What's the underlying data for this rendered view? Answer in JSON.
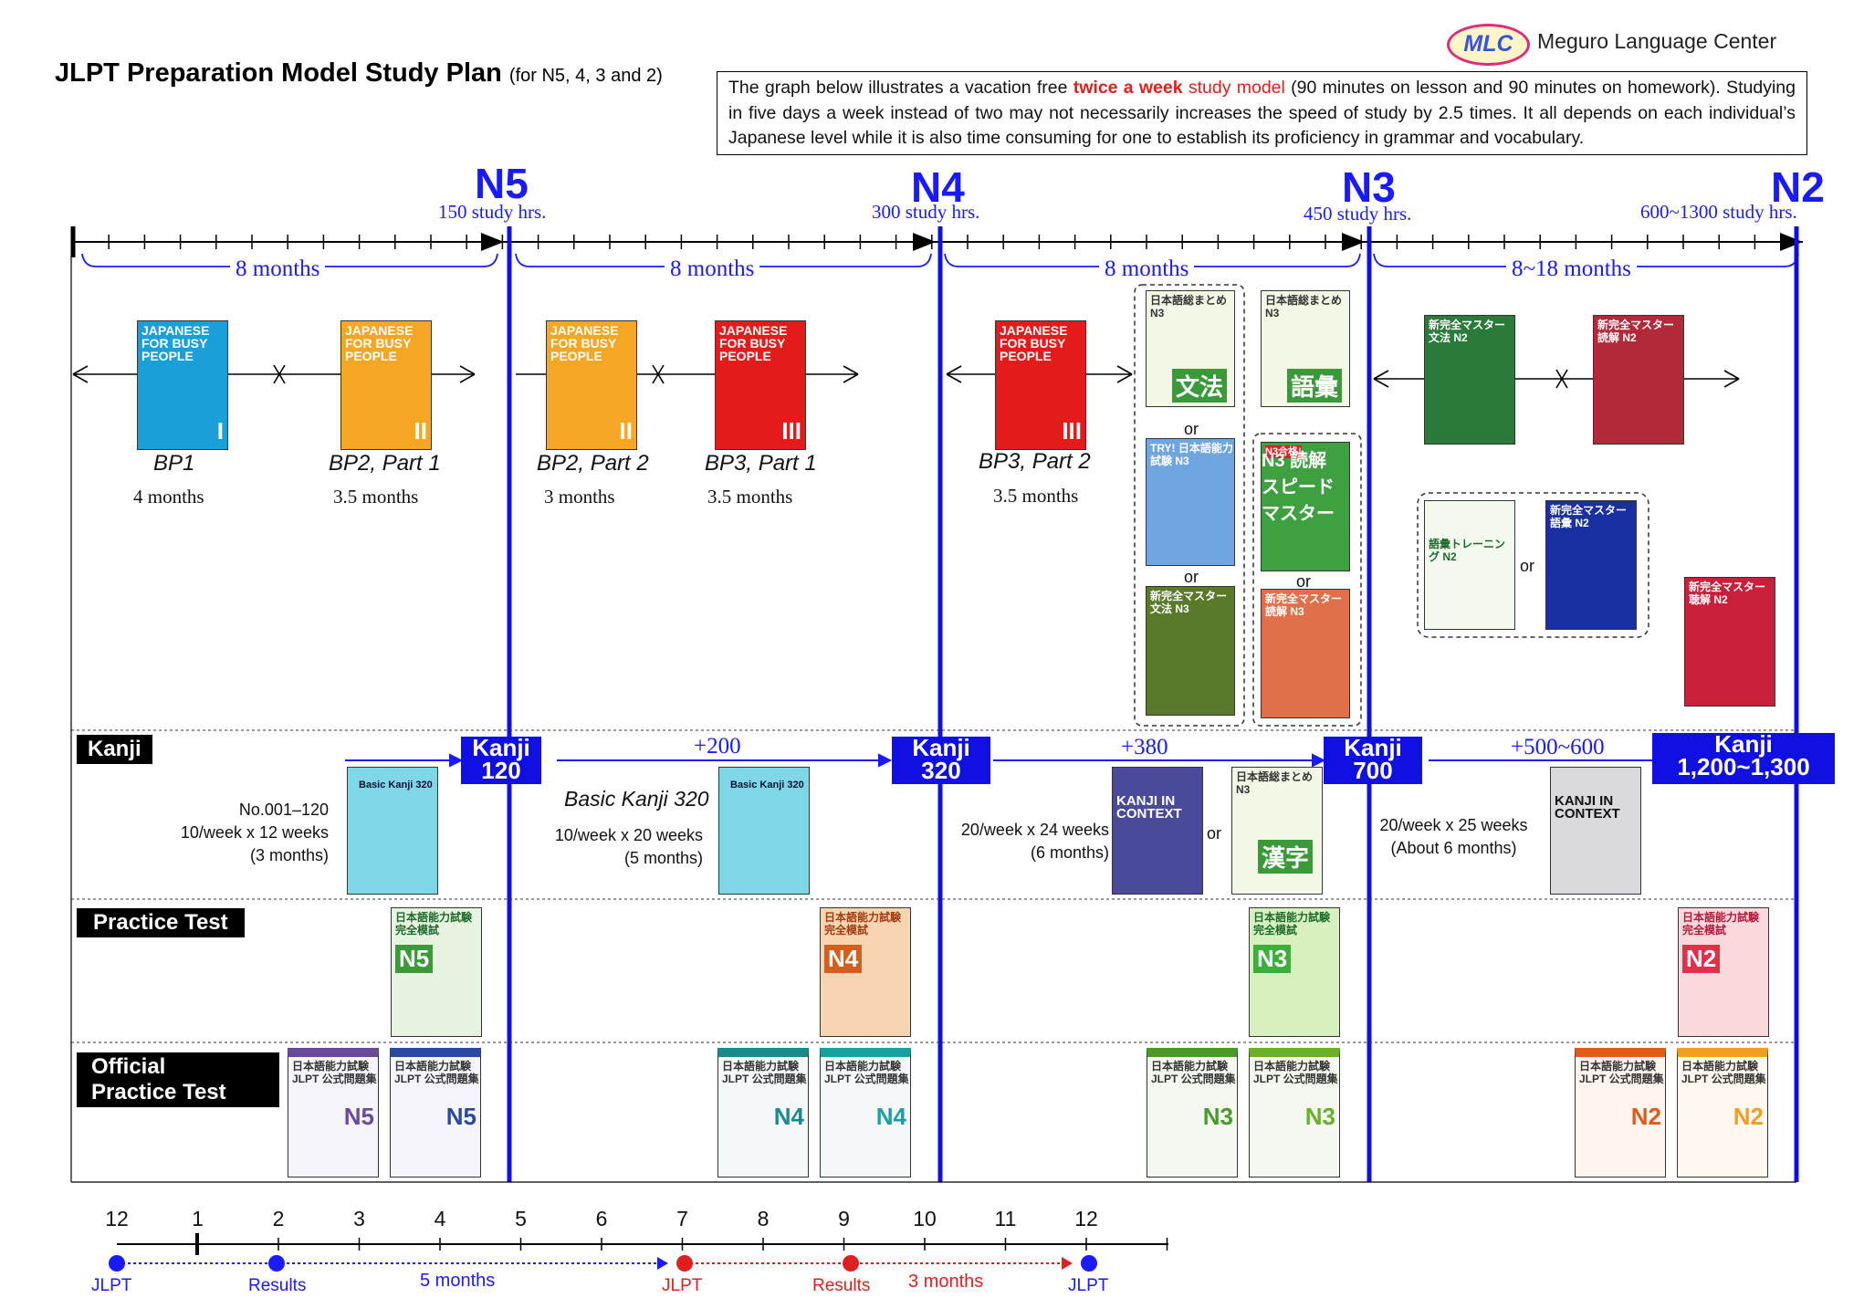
{
  "header": {
    "title": "JLPT Preparation Model Study Plan",
    "subtitle": "(for N5, 4, 3 and 2)",
    "logo_text": "MLC",
    "brand": "Meguro Language Center",
    "note_part1": "The graph below illustrates a vacation free ",
    "note_highlight": "twice a week",
    "note_study_model": " study model",
    "note_part2": " (90 minutes on lesson and 90 minutes on homework). Studying in five days a week instead of two may not necessarily increases the speed of study by 2.5 times. It all depends on each individual’s Japanese level while it is also time consuming for one to establish its proficiency in grammar and vocabulary."
  },
  "levels": [
    {
      "name": "N5",
      "hours": "150 study hrs."
    },
    {
      "name": "N4",
      "hours": "300 study hrs."
    },
    {
      "name": "N3",
      "hours": "450 study hrs."
    },
    {
      "name": "N2",
      "hours": "600~1300 study hrs."
    }
  ],
  "periods": [
    "8 months",
    "8 months",
    "8 months",
    "8~18 months"
  ],
  "textbooks": [
    {
      "caption": "BP1",
      "duration": "4 months",
      "title": "JAPANESE FOR BUSY PEOPLE",
      "vol": "I"
    },
    {
      "caption": "BP2, Part 1",
      "duration": "3.5 months",
      "title": "JAPANESE FOR BUSY PEOPLE",
      "vol": "II"
    },
    {
      "caption": "BP2, Part 2",
      "duration": "3 months",
      "title": "JAPANESE FOR BUSY PEOPLE",
      "vol": "II"
    },
    {
      "caption": "BP3, Part 1",
      "duration": "3.5 months",
      "title": "JAPANESE FOR BUSY PEOPLE",
      "vol": "III"
    },
    {
      "caption": "BP3, Part 2",
      "duration": "3.5 months",
      "title": "JAPANESE FOR BUSY PEOPLE",
      "vol": "III"
    }
  ],
  "n3_books": {
    "sm_bunpo": "日本語総まとめ N3",
    "bunpo": "文法",
    "sm_goi": "日本語総まとめ N3",
    "goi": "語彙",
    "try": "TRY! 日本語能力試験 N3",
    "speed_badge": "N3合格!",
    "speed": "N3 読解 スピードマスター",
    "sm_grammar": "新完全マスター 文法 N3",
    "sm_reading": "新完全マスター 読解 N3",
    "or": "or"
  },
  "n2_books": {
    "grammar": "新完全マスター 文法 N2",
    "reading": "新完全マスター 読解 N2",
    "training": "語彙トレーニング N2",
    "vocab": "新完全マスター 語彙 N2",
    "listening": "新完全マスター 聴解 N2",
    "or": "or"
  },
  "kanji": {
    "label": "Kanji",
    "milestones": [
      "Kanji\n120",
      "Kanji\n320",
      "Kanji\n700",
      "Kanji\n1,200~1,300"
    ],
    "increments": [
      "+200",
      "+380",
      "+500~600"
    ],
    "book_title": "Basic Kanji 320",
    "book_cover": "Basic Kanji 320",
    "plan1": "No.001–120\n10/week x 12 weeks\n(3 months)",
    "plan2": "10/week x 20 weeks\n(5 months)",
    "plan3": "20/week x 24 weeks\n(6 months)",
    "plan4": "20/week x 25 weeks\n(About 6 months)",
    "in_context": "KANJI IN CONTEXT",
    "sm_kanji": "日本語総まとめ N3",
    "kanji_word": "漢字",
    "or": "or"
  },
  "practice_test": {
    "label": "Practice Test",
    "books": [
      "N5",
      "N4",
      "N3",
      "N2"
    ],
    "series": "日本語能力試験 完全模試"
  },
  "official_test": {
    "label": "Official\nPractice Test",
    "series": "日本語能力試験 JLPT 公式問題集",
    "books": [
      "N5",
      "N5",
      "N4",
      "N4",
      "N3",
      "N3",
      "N2",
      "N2"
    ]
  },
  "calendar": {
    "months": [
      "12",
      "1",
      "2",
      "3",
      "4",
      "5",
      "6",
      "7",
      "8",
      "9",
      "10",
      "11",
      "12"
    ],
    "jlpt1": "JLPT",
    "results1": "Results",
    "gap1": "5 months",
    "jlpt2": "JLPT",
    "results2": "Results",
    "gap2": "3 months",
    "jlpt3": "JLPT"
  },
  "colors": {
    "accent": "#1a1aff",
    "highlight": "#e02020",
    "kanji_box": "#1010e0"
  }
}
